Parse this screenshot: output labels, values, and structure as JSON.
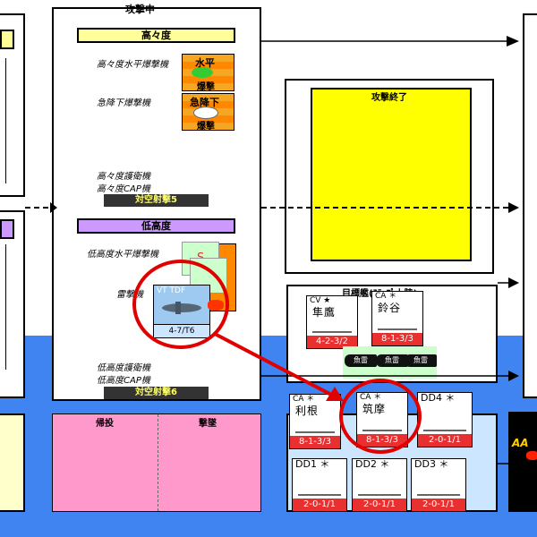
{
  "phase": {
    "attack_title": "攻撃中",
    "high_altitude": "高々度",
    "low_altitude": "低高度",
    "attack_end": "攻撃終了"
  },
  "labels": {
    "high_level_bomber": "高々度水平爆撃機",
    "dive_bomber": "急降下爆撃機",
    "high_escort": "高々度護衛機",
    "high_cap": "高々度CAP機",
    "low_level_bomber": "低高度水平爆撃機",
    "torpedo_bomber": "雷撃機",
    "low_escort": "低高度護衛機",
    "low_cap": "低高度CAP機",
    "return": "帰投",
    "strike": "撃墜"
  },
  "aa_fire": {
    "high": "対空射撃5",
    "low": "対空射撃6"
  },
  "markers": {
    "level_top": "水平",
    "level_bottom": "爆撃",
    "dive_top": "急降下",
    "dive_bottom": "爆撃",
    "s_marker": "S"
  },
  "aircraft": {
    "type": "VT TDF",
    "value": "4-7/T6"
  },
  "target_group": {
    "title": "目標艦(ステップ上陸)",
    "cut_off": "目標艦(ｽﾃｯﾌﾟ上陸)"
  },
  "ships": [
    {
      "cls": "CV ★",
      "name": "隼鷹",
      "value": "4-2-3/2"
    },
    {
      "cls": "CA ＊",
      "name": "鈴谷",
      "value": "8-1-3/3"
    },
    {
      "cls": "CA ＊",
      "name": "利根",
      "value": "8-1-3/3"
    },
    {
      "cls": "CA ＊",
      "name": "筑摩",
      "value": "8-1-3/3"
    },
    {
      "cls": "DD4 ＊",
      "name": "",
      "value": "2-0-1/1"
    },
    {
      "cls": "DD1 ＊",
      "name": "",
      "value": "2-0-1/1"
    },
    {
      "cls": "DD2 ＊",
      "name": "",
      "value": "2-0-1/1"
    },
    {
      "cls": "DD3 ＊",
      "name": "",
      "value": "2-0-1/1"
    }
  ],
  "transports": [
    "魚雷",
    "魚雷",
    "魚雷"
  ],
  "partial_aa": "AA",
  "colors": {
    "sea": "#3f84f0",
    "highlight": "#e00000",
    "counter_red": "#e83030",
    "attack_end_yellow": "#ffff00",
    "return_pink": "#ff99cc"
  }
}
